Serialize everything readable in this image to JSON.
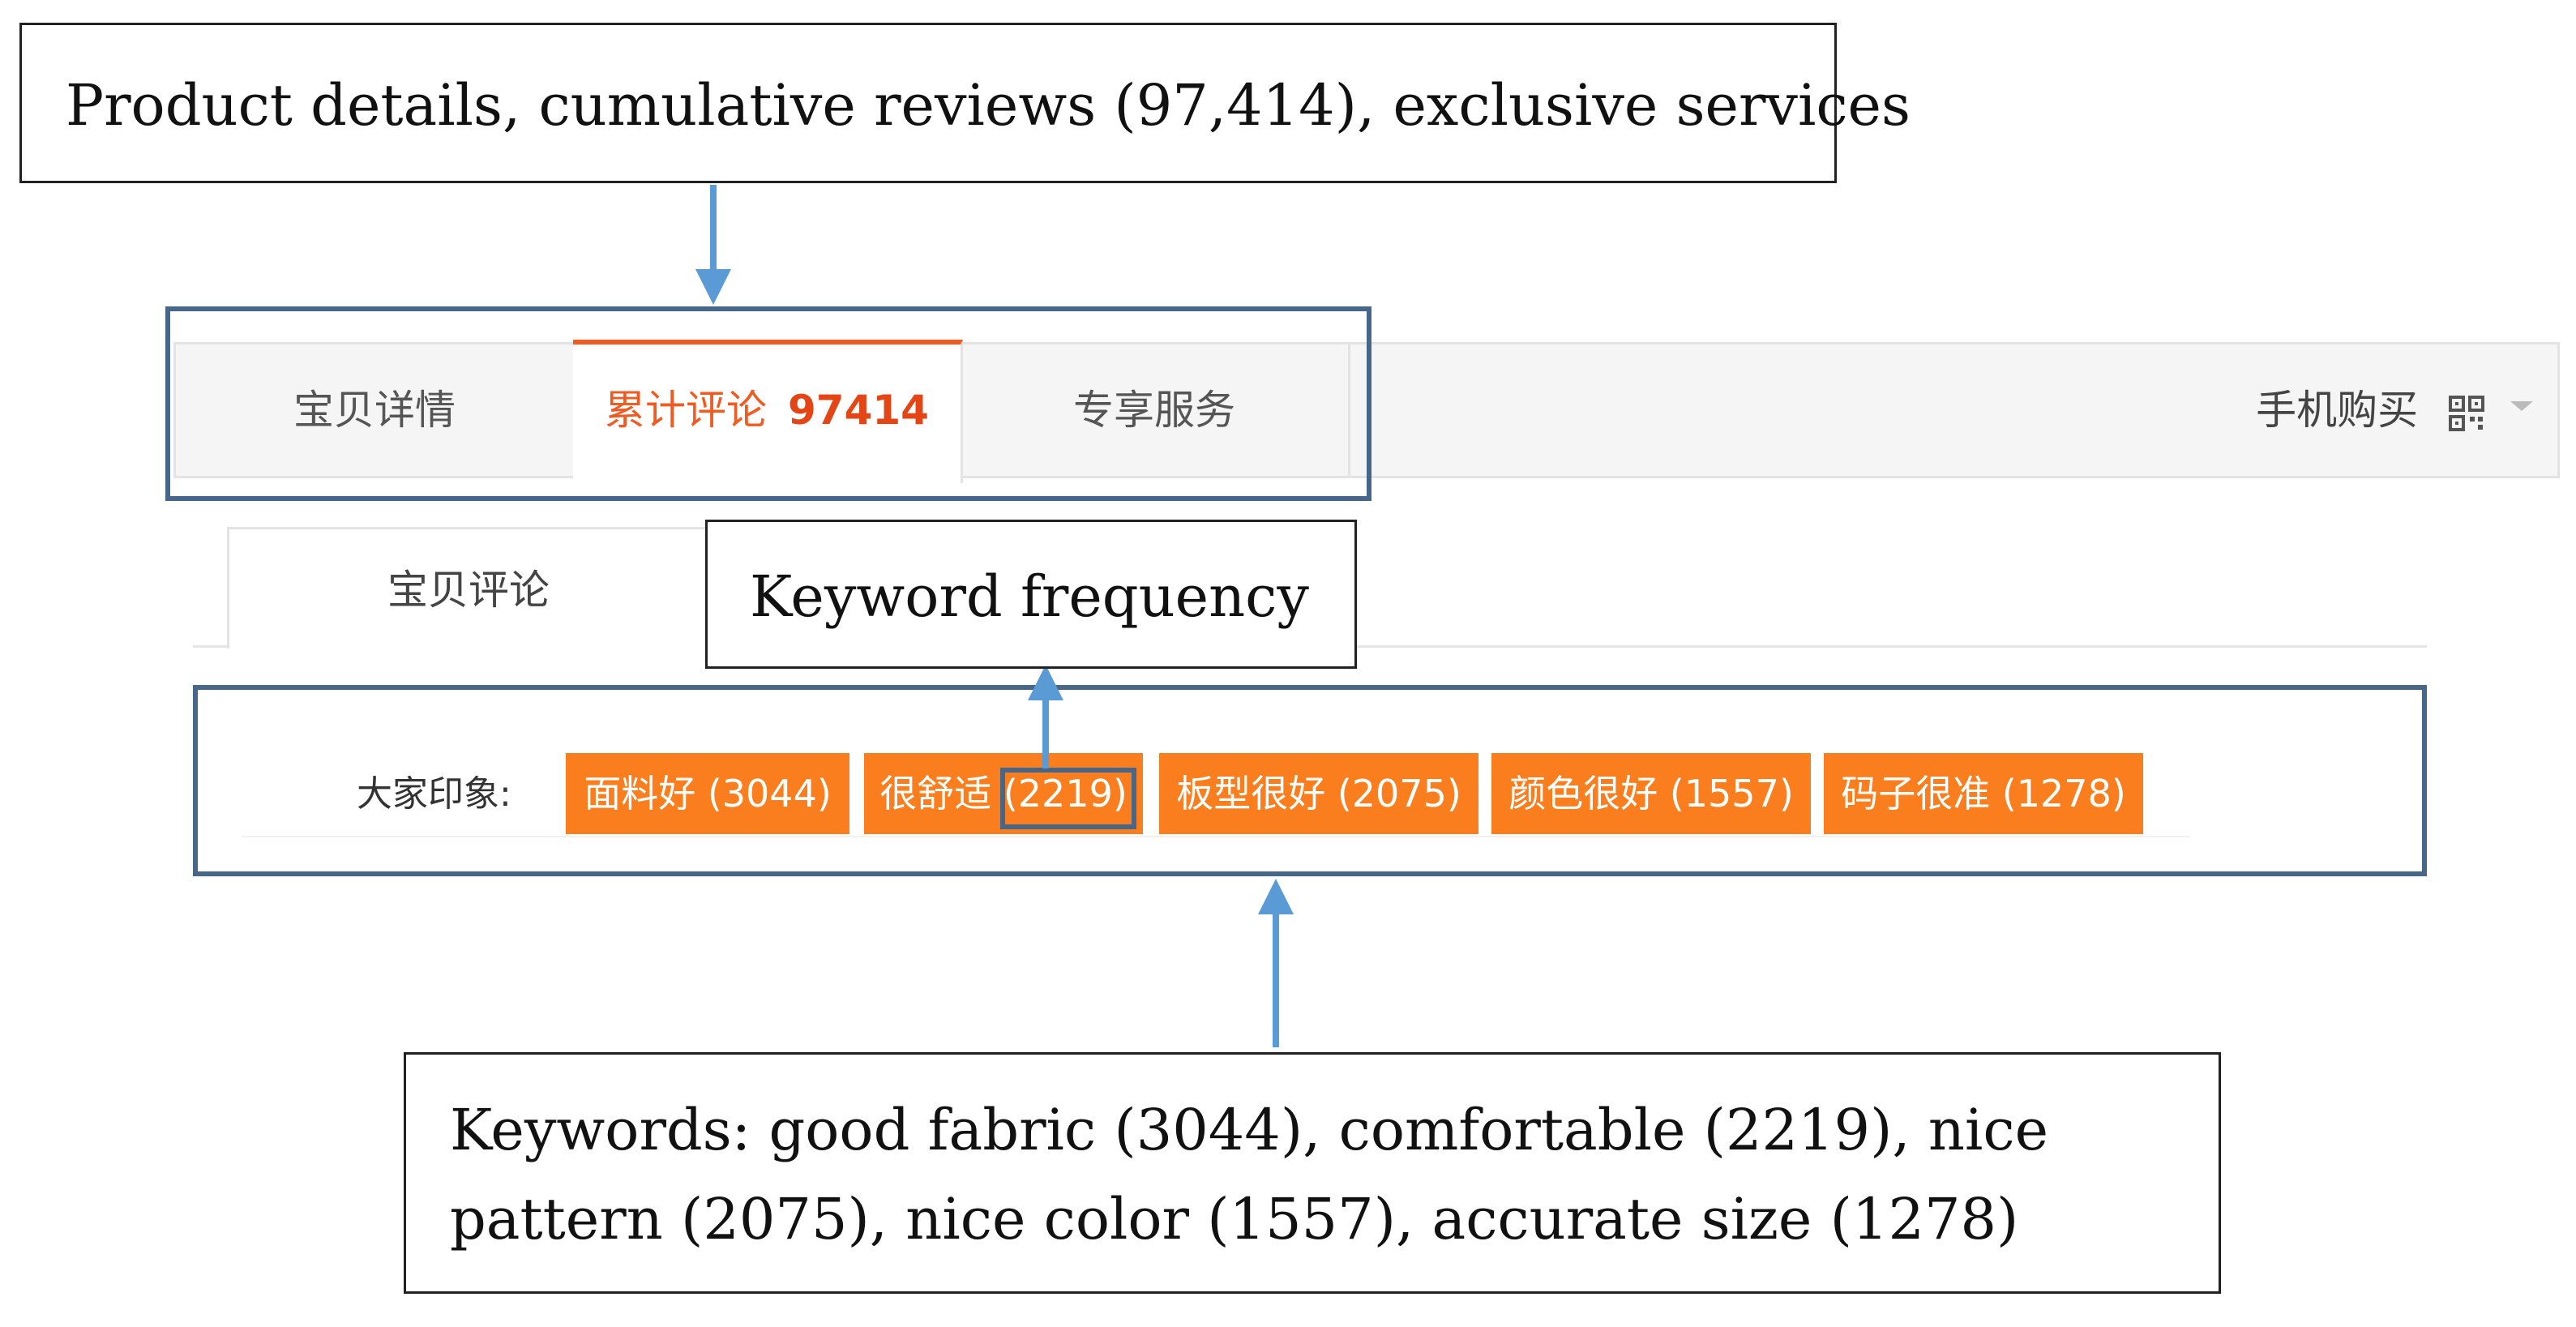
{
  "callouts": {
    "top": "Product details, cumulative reviews (97,414), exclusive services",
    "middle": "Keyword frequency",
    "bottom": "Keywords: good fabric (3044), comfortable (2219), nice pattern (2075), nice color (1557), accurate size (1278)"
  },
  "tabs": {
    "details": "宝贝详情",
    "reviews_label": "累计评论",
    "reviews_count": "97414",
    "services": "专享服务",
    "mobile_buy": "手机购买"
  },
  "subtab": {
    "label": "宝贝评论"
  },
  "keywords": {
    "label": "大家印象:",
    "tags": [
      "面料好 (3044)",
      "很舒适 (2219)",
      "板型很好 (2075)",
      "颜色很好 (1557)",
      "码子很准 (1278)"
    ]
  },
  "colors": {
    "accent": "#f05b22",
    "tag_bg": "#fa7e1e",
    "highlight_border": "#46668a",
    "arrow": "#5b9bd5"
  },
  "icons": {
    "qr": "qr-code-icon",
    "dropdown": "chevron-down-icon"
  }
}
